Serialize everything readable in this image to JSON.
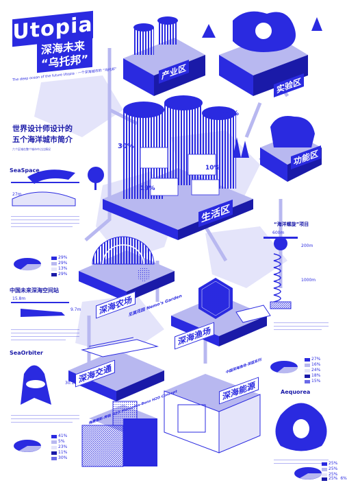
{
  "colors": {
    "primary": "#2a2ae0",
    "light": "#b8b8f0",
    "pale": "#e4e4fa",
    "dark": "#1a1aa8"
  },
  "title": {
    "main": "Utopia",
    "cn": "深海未来\n“乌托邦”",
    "subtitle": "The deep ocean of the future Utopia · 一个深海城市的 “乌托邦”"
  },
  "intro_heading": "世界设计师设计的\n五个海洋城市简介",
  "intro_sub": "六个区域在整个城市中占比情况",
  "left_sections": [
    {
      "name": "SeaSpace",
      "dim": "27m",
      "pcts": [
        "29%",
        "29%",
        "13%",
        "29%"
      ]
    },
    {
      "name": "中国未来深海空间站",
      "dims": [
        "15.8m",
        "9.7m"
      ]
    },
    {
      "name": "SeaOrbiter",
      "dim": "30.1m",
      "pcts": [
        "41%",
        "5%",
        "23%",
        "11%",
        "30%"
      ]
    }
  ],
  "zones": {
    "industry": "产业区",
    "experiment": "实验区",
    "function": "功能区",
    "living": "生活区",
    "farm": "深海农场",
    "fishery": "深海渔场",
    "traffic": "深海交通",
    "energy": "深海能源"
  },
  "percents": {
    "p30": "30%",
    "p50": "50%",
    "p10": "10%",
    "p19": "19%"
  },
  "captions": {
    "nemo": "尼莫花园 Nemo's Garden",
    "h2o": "梅赛德斯-奔驰 H2O Mercedes-Benz H2O Concept",
    "china_fish": "中国深海渔场·深蓝系列"
  },
  "right_sections": [
    {
      "name": "“海洋螺旋”项目",
      "dims": [
        "600m",
        "200m",
        "1000m"
      ],
      "pcts": [
        "27%",
        "16%",
        "24%",
        "18%",
        "15%"
      ]
    },
    {
      "name": "Aequorea",
      "pcts": [
        "25%",
        "25%",
        "25%",
        "25%",
        "6%"
      ]
    }
  ]
}
